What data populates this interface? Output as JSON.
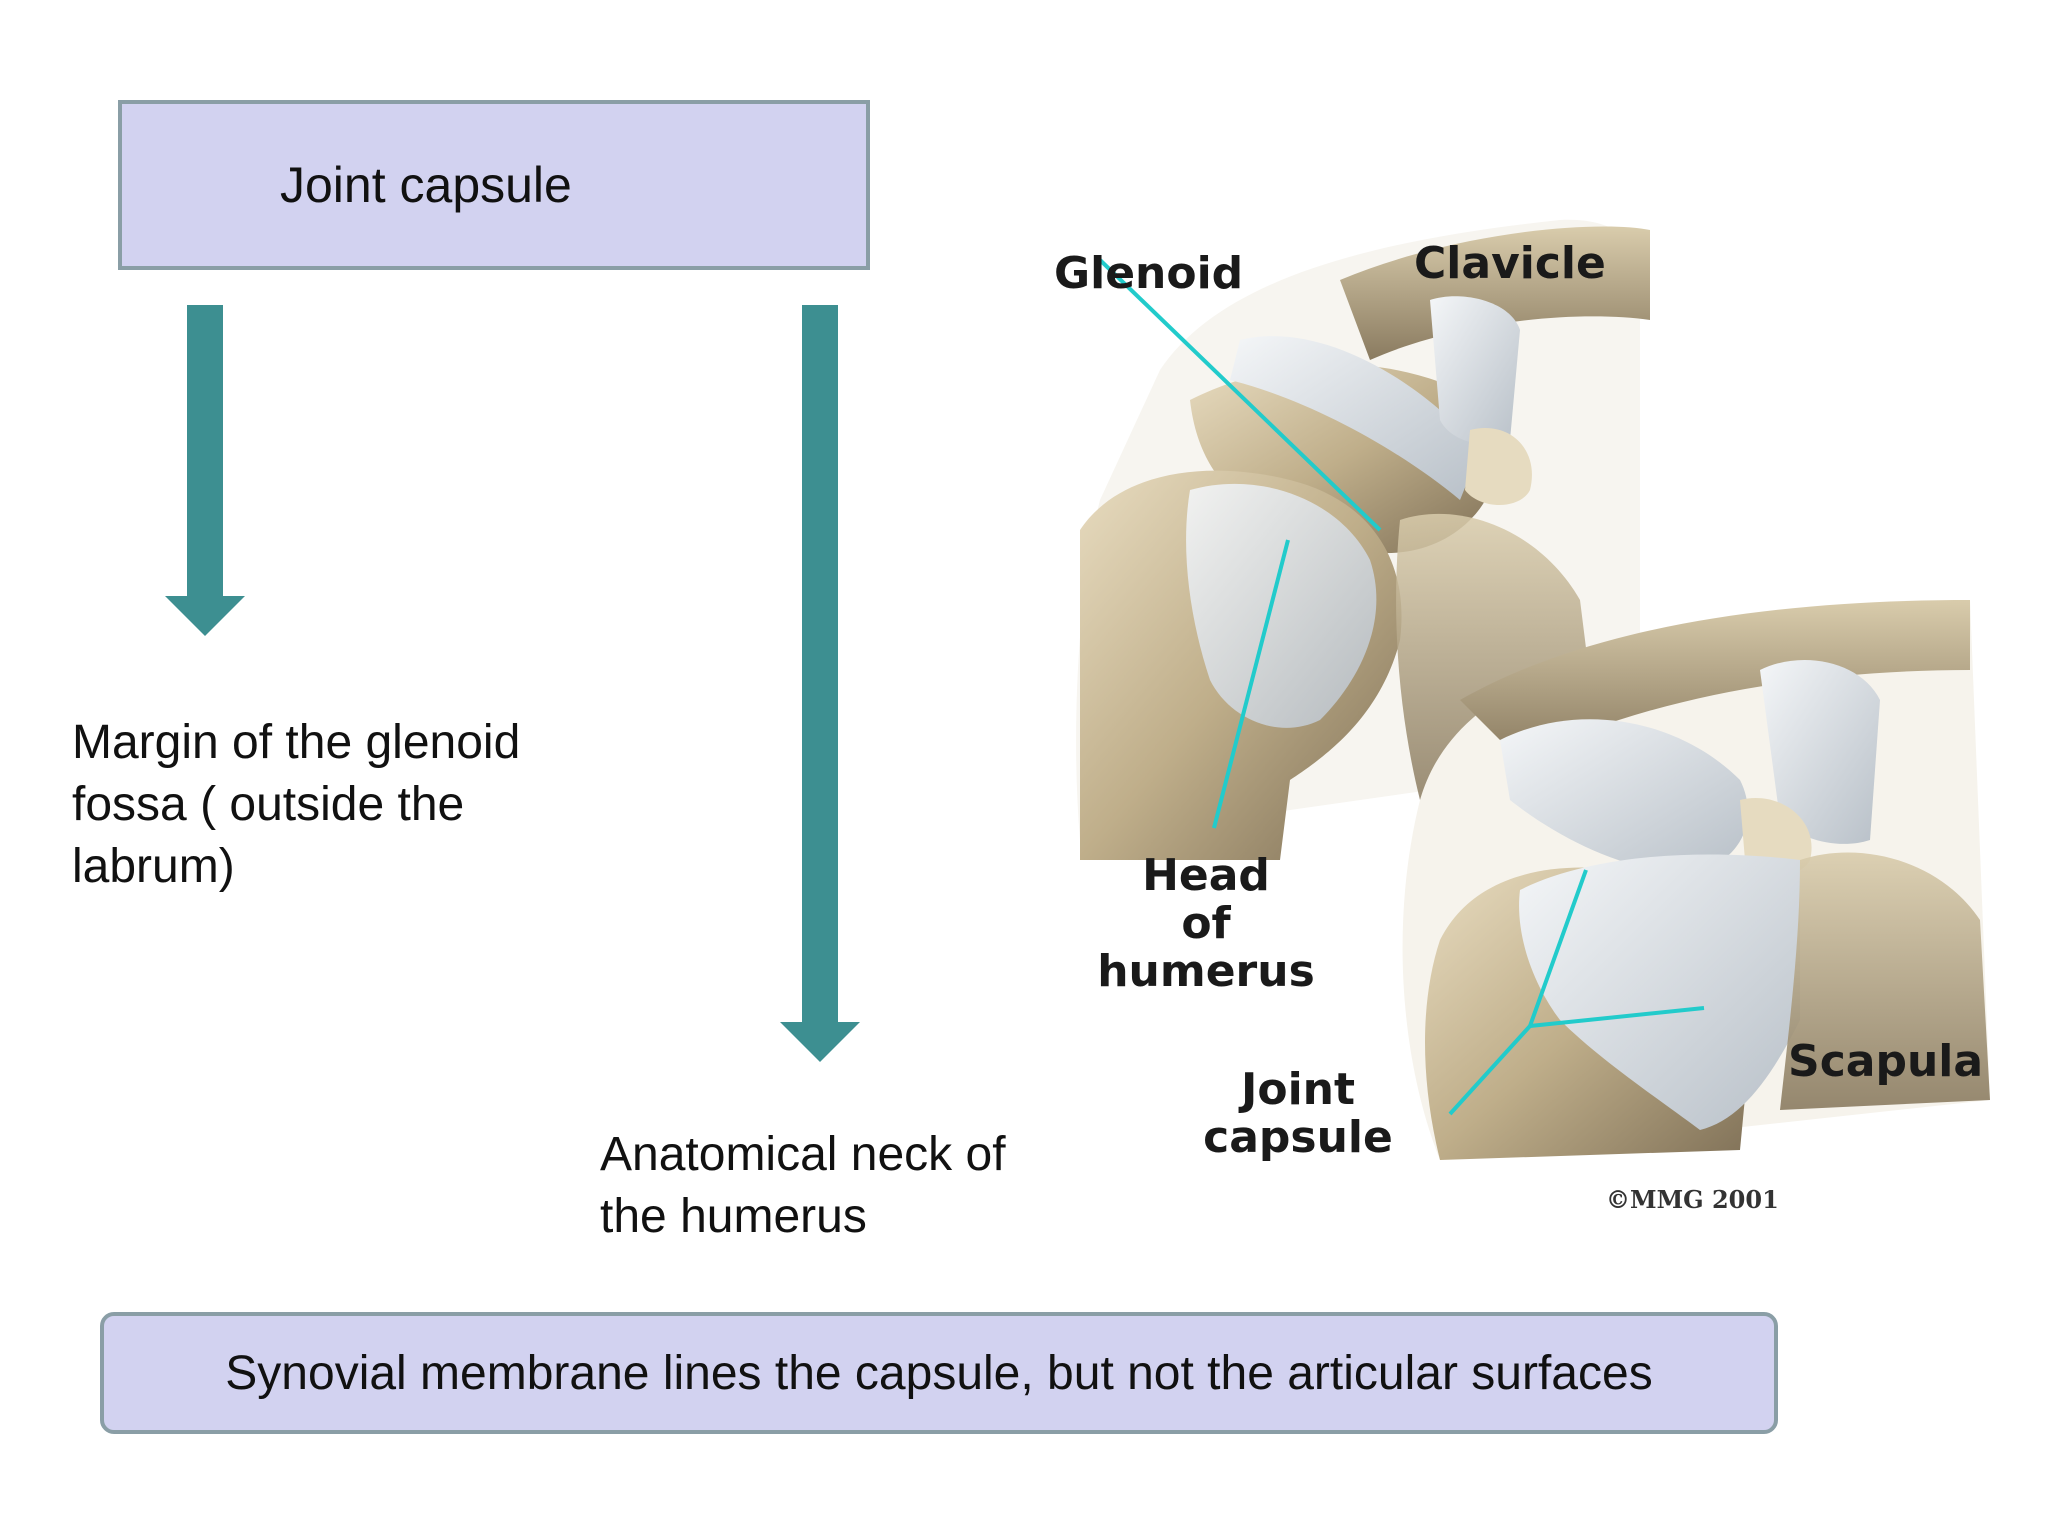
{
  "header": {
    "title": "Joint capsule"
  },
  "attachments": {
    "left": [
      "Margin of the glenoid",
      "fossa ( outside the",
      "labrum)"
    ],
    "middle": [
      "Anatomical neck of",
      "the humerus"
    ]
  },
  "footer": {
    "text": "Synovial membrane lines the capsule, but not the articular surfaces"
  },
  "illustration": {
    "labels": {
      "glenoid": "Glenoid",
      "clavicle": "Clavicle",
      "head_line1": "Head",
      "head_line2": "of",
      "head_line3": "humerus",
      "joint_line1": "Joint",
      "joint_line2": "capsule",
      "scapula": "Scapula",
      "copyright": "©MMG 2001"
    }
  },
  "colors": {
    "box_fill": "#d2d2f0",
    "box_border": "#8a9ea6",
    "arrow": "#3d8f91",
    "pointer": "#22cbcb"
  }
}
